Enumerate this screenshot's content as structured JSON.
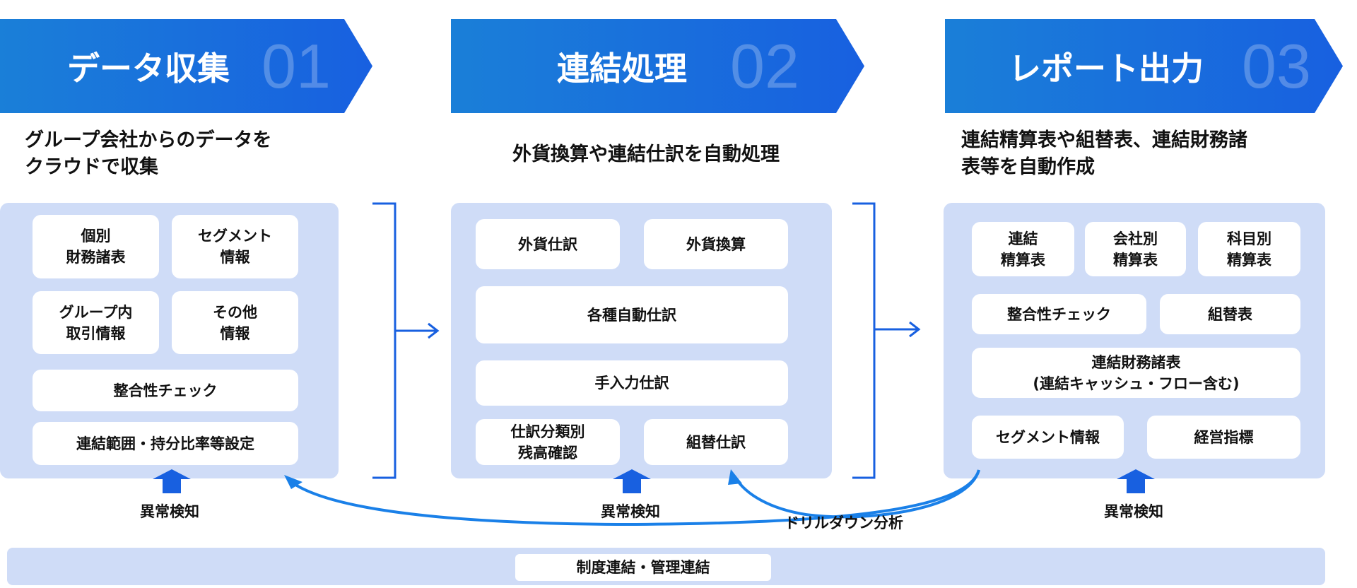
{
  "steps": [
    {
      "title": "データ収集",
      "number": "01",
      "subtitle": "グループ会社からのデータを\nクラウドで収集",
      "boxes": [
        "個別\n財務諸表",
        "セグメント\n情報",
        "グループ内\n取引情報",
        "その他\n情報",
        "整合性チェック",
        "連結範囲・持分比率等設定"
      ]
    },
    {
      "title": "連結処理",
      "number": "02",
      "subtitle": "外貨換算や連結仕訳を自動処理",
      "boxes": [
        "外貨仕訳",
        "外貨換算",
        "各種自動仕訳",
        "手入力仕訳",
        "仕訳分類別\n残高確認",
        "組替仕訳"
      ]
    },
    {
      "title": "レポート出力",
      "number": "03",
      "subtitle": "連結精算表や組替表、連結財務諸\n表等を自動作成",
      "boxes": [
        "連結\n精算表",
        "会社別\n精算表",
        "科目別\n精算表",
        "整合性チェック",
        "組替表",
        "連結財務諸表\n(連結キャッシュ・フロー含む)",
        "セグメント情報",
        "経営指標"
      ]
    }
  ],
  "anomaly_label": "異常検知",
  "drilldown_label": "ドリルダウン分析",
  "bottom_bar_label": "制度連結・管理連結",
  "colors": {
    "accent": "#1860e0",
    "panel": "#cfdcf7"
  }
}
